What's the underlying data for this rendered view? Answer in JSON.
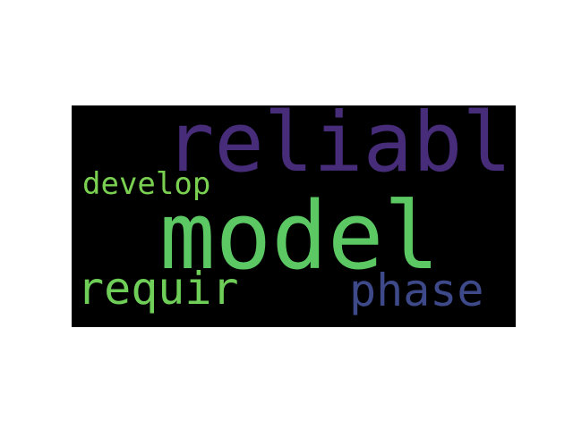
{
  "word_cloud": {
    "words": [
      {
        "text": "reliabl",
        "color": "#472c7a"
      },
      {
        "text": "model",
        "color": "#5cc863"
      },
      {
        "text": "develop",
        "color": "#7ad151"
      },
      {
        "text": "requir",
        "color": "#6ece58"
      },
      {
        "text": "phase",
        "color": "#3e4989"
      }
    ],
    "background_color": "#000000"
  }
}
